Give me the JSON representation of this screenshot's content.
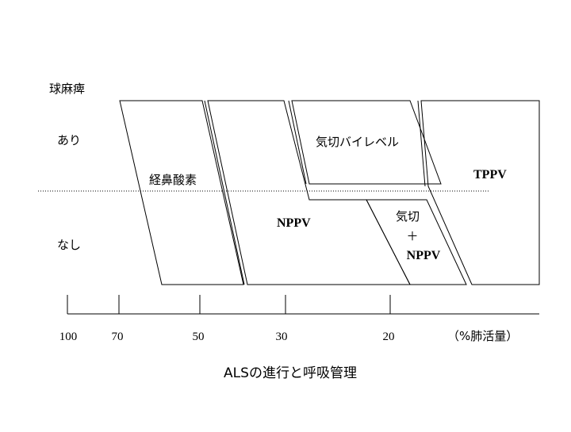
{
  "colors": {
    "line": "#000000",
    "background": "#ffffff"
  },
  "y_axis": {
    "title": "球麻痺",
    "top_label": "あり",
    "bottom_label": "なし"
  },
  "regions": {
    "oxygen": "経鼻酸素",
    "nppv": "NPPV",
    "trach_bilevel": "気切バイレベル",
    "trach_nppv": {
      "line1": "気切",
      "line2": "＋",
      "line3": "NPPV"
    },
    "tppv": "TPPV"
  },
  "x_axis": {
    "ticks": [
      "100",
      "70",
      "50",
      "30",
      "20"
    ],
    "unit": "（%肺活量）"
  },
  "title": "ALSの進行と呼吸管理"
}
